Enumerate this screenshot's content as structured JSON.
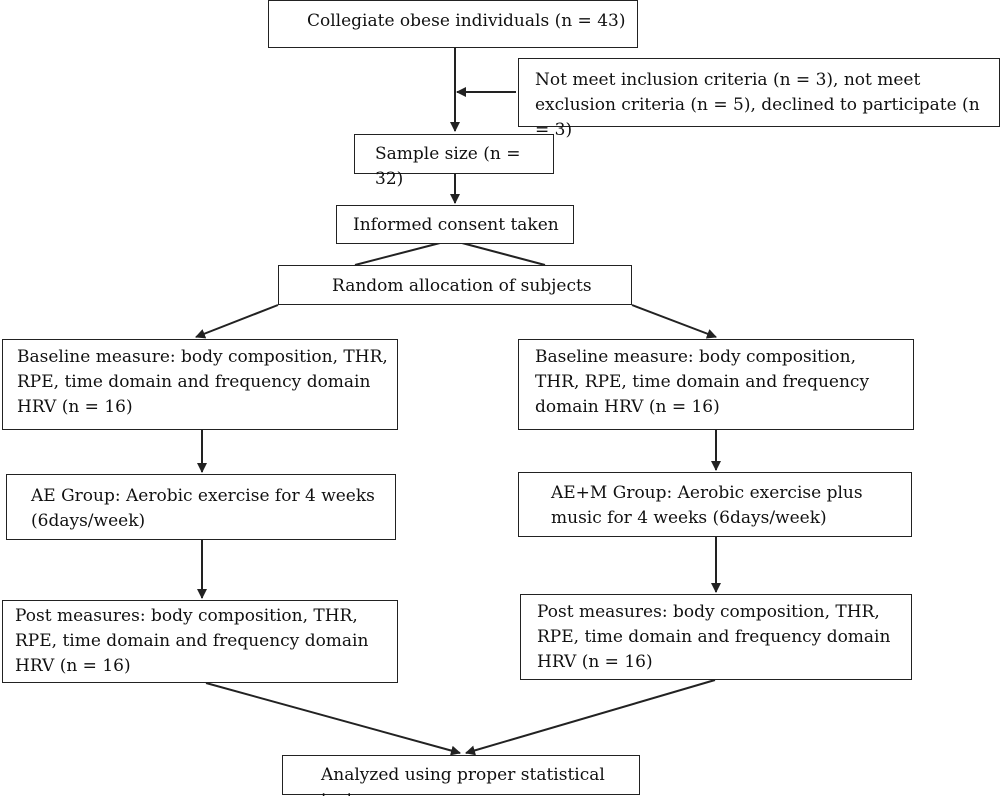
{
  "boxes": {
    "start": "Collegiate obese individuals (n = 43)",
    "exclusion": "Not meet inclusion criteria (n = 3), not meet exclusion criteria (n = 5), declined to participate (n = 3)",
    "sample": "Sample size (n = 32)",
    "consent": "Informed consent taken",
    "random": "Random allocation of subjects",
    "baseline_left": "Baseline measure: body composition, THR, RPE, time domain and frequency domain HRV (n = 16)",
    "baseline_right": "Baseline measure: body composition, THR, RPE, time domain and frequency domain HRV (n = 16)",
    "ae_group": "AE Group: Aerobic exercise for 4 weeks (6days/week)",
    "aem_group": "AE+M Group: Aerobic exercise plus music for 4 weeks (6days/week)",
    "post_left": "Post measures: body composition, THR, RPE, time domain and frequency domain HRV (n = 16)",
    "post_right": "Post measures: body composition, THR, RPE, time domain and frequency domain HRV (n = 16)",
    "analysis": "Analyzed using proper statistical test"
  },
  "colors": {
    "line": "#222222",
    "text": "#111111",
    "background": "#ffffff"
  }
}
